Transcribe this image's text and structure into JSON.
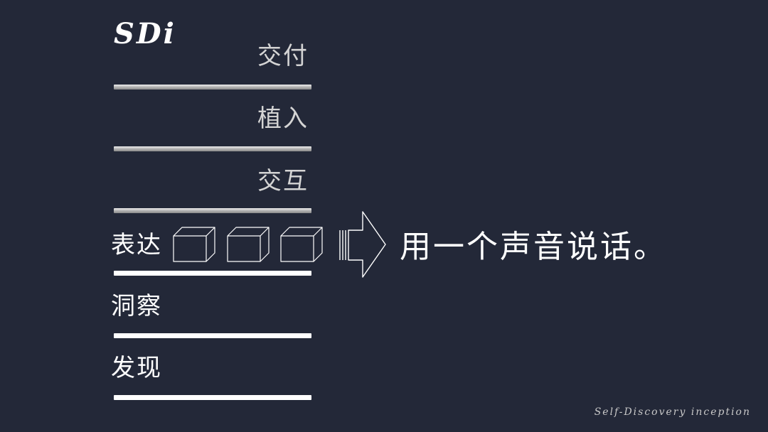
{
  "logo": {
    "text": "SDi"
  },
  "stages": [
    {
      "label": "交付"
    },
    {
      "label": "植入"
    },
    {
      "label": "交互"
    },
    {
      "label": "表达"
    },
    {
      "label": "洞察"
    },
    {
      "label": "发现"
    }
  ],
  "message": {
    "text": "用一个声音说话。"
  },
  "tagline": {
    "text": "Self-Discovery inception"
  },
  "colors": {
    "background": "#232838",
    "text": "#ffffff",
    "muted_text": "#d4d4d4",
    "bar_grey": "#b9b9b9",
    "bar_white": "#ffffff"
  },
  "icons": {
    "cube": "cube-icon",
    "arrow": "arrow-right-icon"
  }
}
